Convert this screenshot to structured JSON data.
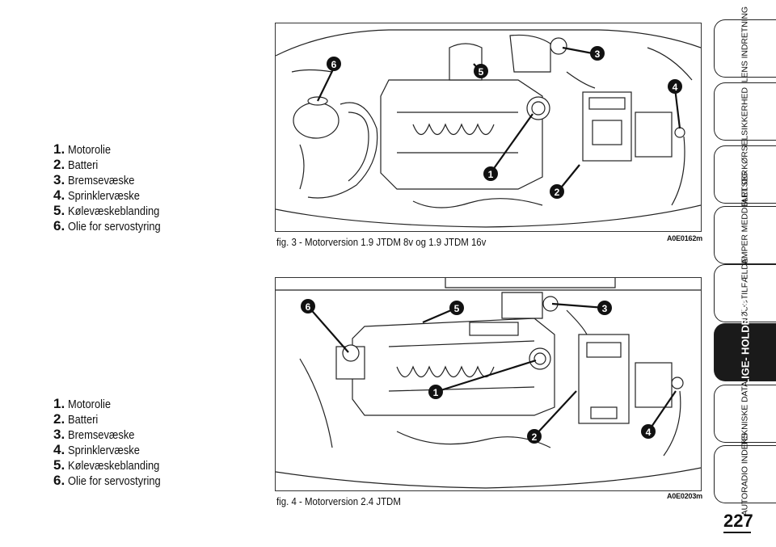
{
  "legend_1": [
    {
      "num": "1.",
      "text": "Motorolie"
    },
    {
      "num": "2.",
      "text": "Batteri"
    },
    {
      "num": "3.",
      "text": "Bremsevæske"
    },
    {
      "num": "4.",
      "text": "Sprinklervæske"
    },
    {
      "num": "5.",
      "text": "Kølevæskeblanding"
    },
    {
      "num": "6.",
      "text": "Olie for servostyring"
    }
  ],
  "legend_2": [
    {
      "num": "1.",
      "text": "Motorolie"
    },
    {
      "num": "2.",
      "text": "Batteri"
    },
    {
      "num": "3.",
      "text": "Bremsevæske"
    },
    {
      "num": "4.",
      "text": "Sprinklervæske"
    },
    {
      "num": "5.",
      "text": "Kølevæskeblanding"
    },
    {
      "num": "6.",
      "text": "Olie for servostyring"
    }
  ],
  "figure_1": {
    "caption": "fig. 3 - Motorversion 1.9 JTDM 8v og 1.9 JTDM 16v",
    "code": "A0E0162m",
    "callouts": [
      "6",
      "5",
      "3",
      "4",
      "1",
      "2"
    ]
  },
  "figure_2": {
    "caption": "fig. 4 - Motorversion 2.4 JTDM",
    "code": "A0E0203m",
    "callouts": [
      "6",
      "5",
      "3",
      "1",
      "2",
      "4"
    ]
  },
  "tabs": [
    {
      "label": "BILENS INDRETNING",
      "active": false
    },
    {
      "label": "SIKKERHED",
      "active": false
    },
    {
      "label": "START OG KØRSEL",
      "active": false
    },
    {
      "label": "KONTR.LAMPER MEDDELELSER",
      "active": false
    },
    {
      "label": "I NØDSTILFÆLDE",
      "active": false
    },
    {
      "label": "VEDLIGE- HOLDELSE",
      "active": true
    },
    {
      "label": "TEKNISKE DATA",
      "active": false
    },
    {
      "label": "AUTORADIO INDEKS",
      "active": false
    }
  ],
  "page_number": "227"
}
